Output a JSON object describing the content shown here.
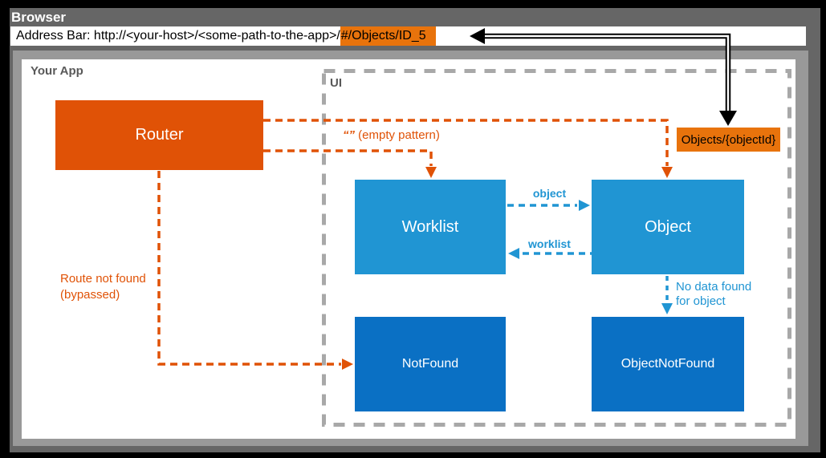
{
  "colors": {
    "orange": "#e05206",
    "orange_highlight": "#e8730c",
    "light_blue": "#2095d3",
    "dark_blue": "#0a70c4",
    "window_gray": "#666666",
    "viewport_gray": "#999999",
    "label_gray": "#595959",
    "dash_border_gray": "#a8a8a8",
    "arrow_black": "#000000"
  },
  "browser": {
    "title": "Browser",
    "address_prefix": "Address Bar: http://<your-host>/<some-path-to-the-app>/",
    "address_highlight": "#/Objects/ID_5"
  },
  "app": {
    "title": "Your App",
    "router_label": "Router",
    "ui_title": "UI",
    "route_pattern_label": "Objects/{objectId}",
    "boxes": {
      "worklist": "Worklist",
      "object": "Object",
      "notfound": "NotFound",
      "objectnotfound": "ObjectNotFound"
    },
    "annotations": {
      "empty_pattern_quotes": "“”",
      "empty_pattern_text": " (empty pattern)",
      "route_not_found_1": "Route not found",
      "route_not_found_2": "(bypassed)",
      "object_edge": "object",
      "worklist_edge": "worklist",
      "no_data_1": "No data found",
      "no_data_2": "for object"
    }
  }
}
